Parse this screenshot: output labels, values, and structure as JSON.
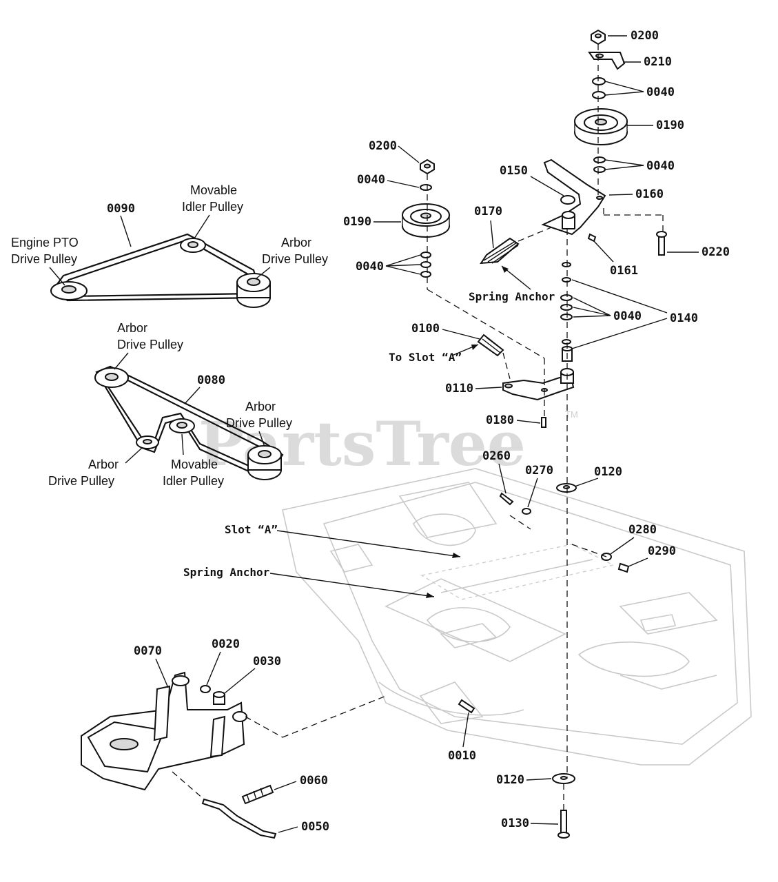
{
  "watermark": {
    "text": "PartsTree",
    "trademark": "TM"
  },
  "part_numbers": {
    "p0200_top": "0200",
    "p0210": "0210",
    "p0040_a": "0040",
    "p0190_right": "0190",
    "p0040_b": "0040",
    "p0200_left": "0200",
    "p0150": "0150",
    "p0160": "0160",
    "p0040_c": "0040",
    "p0170": "0170",
    "p0190_left": "0190",
    "p0220": "0220",
    "p0040_d": "0040",
    "p0161": "0161",
    "p0040_e": "0040",
    "p0140": "0140",
    "p0100": "0100",
    "p0110": "0110",
    "p0180": "0180",
    "p0260": "0260",
    "p0270": "0270",
    "p0120_top": "0120",
    "p0280": "0280",
    "p0290": "0290",
    "p0090": "0090",
    "p0080": "0080",
    "p0070": "0070",
    "p0020": "0020",
    "p0030": "0030",
    "p0010": "0010",
    "p0120_bottom": "0120",
    "p0060": "0060",
    "p0130": "0130",
    "p0050": "0050"
  },
  "labels": {
    "spring_anchor_upper": "Spring Anchor",
    "to_slot_a": "To Slot “A”",
    "slot_a": "Slot “A”",
    "spring_anchor_lower": "Spring Anchor"
  },
  "belt_0090": {
    "movable_idler_1": "Movable",
    "movable_idler_2": "Idler Pulley",
    "engine_pto_1": "Engine PTO",
    "engine_pto_2": "Drive Pulley",
    "arbor_1": "Arbor",
    "arbor_2": "Drive Pulley"
  },
  "belt_0080": {
    "arbor_top_1": "Arbor",
    "arbor_top_2": "Drive Pulley",
    "arbor_right_1": "Arbor",
    "arbor_right_2": "Drive Pulley",
    "arbor_left_1": "Arbor",
    "arbor_left_2": "Drive Pulley",
    "movable_idler_1": "Movable",
    "movable_idler_2": "Idler Pulley"
  }
}
